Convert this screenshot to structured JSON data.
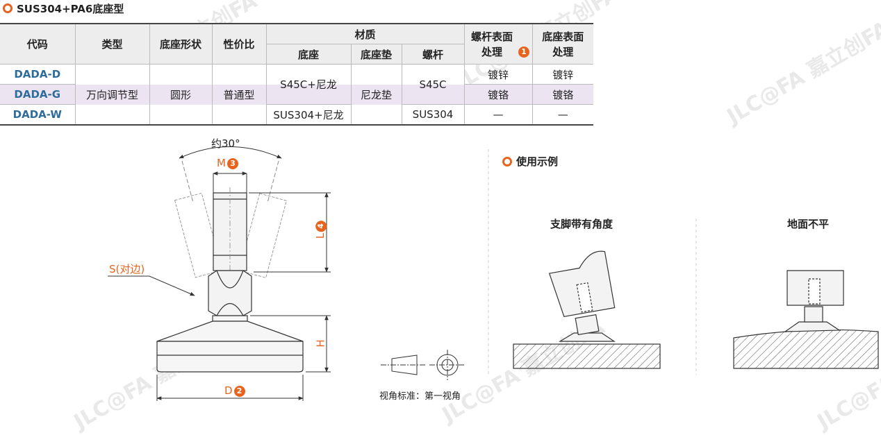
{
  "title": "SUS304+PA6底座型",
  "table": {
    "headers": {
      "code": "代码",
      "type": "类型",
      "base_shape": "底座形状",
      "value": "性价比",
      "material": "材质",
      "mat_base": "底座",
      "mat_pad": "底座垫",
      "mat_bolt": "螺杆",
      "bolt_surface": "螺杆表面处理",
      "bolt_surface_badge": "1",
      "base_surface": "底座表面处理"
    },
    "rows": [
      {
        "code": "DADA-D",
        "bolt_surface": "镀锌",
        "base_surface": "镀锌"
      },
      {
        "code": "DADA-G",
        "bolt_surface": "镀铬",
        "base_surface": "镀铬"
      },
      {
        "code": "DADA-W",
        "bolt_surface": "—",
        "base_surface": "—"
      }
    ],
    "merged": {
      "type": "万向调节型",
      "base_shape": "圆形",
      "value": "普通型",
      "mat_base_1": "S45C+尼龙",
      "mat_base_2": "SUS304+尼龙",
      "mat_pad": "尼龙垫",
      "mat_bolt_1": "S45C",
      "mat_bolt_2": "SUS304"
    }
  },
  "drawing": {
    "angle_label": "约30°",
    "m_label": "M",
    "m_badge": "3",
    "l_label": "L",
    "l_badge": "4",
    "s_label": "S(对边)",
    "h_label": "H",
    "d_label": "D",
    "d_badge": "2",
    "view_standard": "视角标准：第一视角"
  },
  "usage": {
    "section_title": "使用示例",
    "case1": "支脚带有角度",
    "case2": "地面不平"
  },
  "watermark": "JLC@FA 嘉立创FA",
  "colors": {
    "accent": "#e8641e",
    "code_blue": "#2e6c9c",
    "highlight_row": "#ece4f1"
  }
}
